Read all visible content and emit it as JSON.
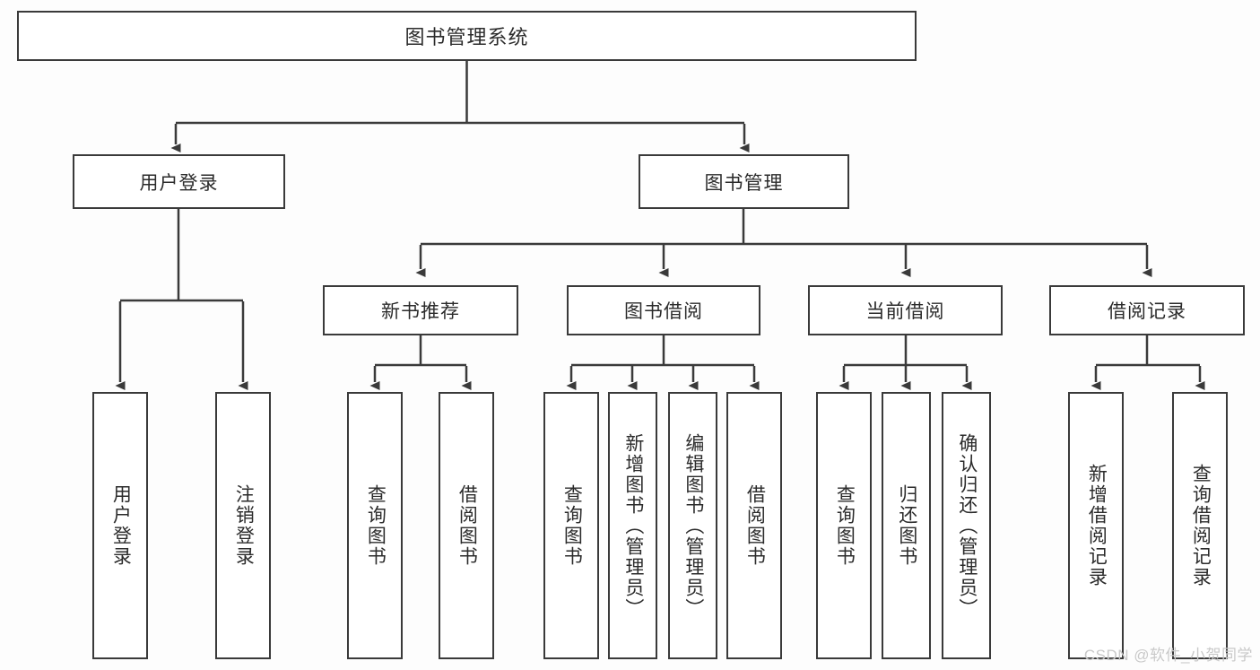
{
  "diagram": {
    "title": "图书管理系统",
    "type": "tree-hierarchy-chart",
    "colors": {
      "background": "#fdfdfd",
      "box_fill": "#ffffff",
      "box_border": "#3a3a3a",
      "connector": "#3a3a3a",
      "text": "#2b2b2b",
      "watermark": "#c9c9c9"
    },
    "watermark": "CSDN @软件_小贺同学",
    "nodes": {
      "root": {
        "label": "图书管理系统"
      },
      "level1": [
        {
          "label": "用户登录"
        },
        {
          "label": "图书管理"
        }
      ],
      "level2": [
        {
          "label": "新书推荐"
        },
        {
          "label": "图书借阅"
        },
        {
          "label": "当前借阅"
        },
        {
          "label": "借阅记录"
        }
      ],
      "leaves": {
        "user_login": [
          {
            "label": "用户登录"
          },
          {
            "label": "注销登录"
          }
        ],
        "new_book_recommend": [
          {
            "label": "查询图书"
          },
          {
            "label": "借阅图书"
          }
        ],
        "book_borrow": [
          {
            "label": "查询图书"
          },
          {
            "label": "新增图书（管理员）"
          },
          {
            "label": "编辑图书（管理员）"
          },
          {
            "label": "借阅图书"
          }
        ],
        "current_borrow": [
          {
            "label": "查询图书"
          },
          {
            "label": "归还图书"
          },
          {
            "label": "确认归还（管理员）"
          }
        ],
        "borrow_record": [
          {
            "label": "新增借阅记录"
          },
          {
            "label": "查询借阅记录"
          }
        ]
      }
    }
  }
}
